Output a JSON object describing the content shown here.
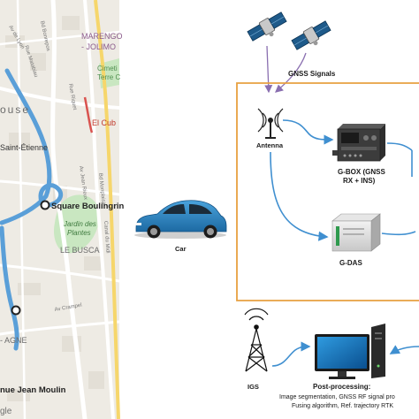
{
  "map": {
    "labels": {
      "marengo": "MARENGO",
      "jolimont": "- JOLIMO",
      "cimetiere1": "Cimeti",
      "cimetiere2": "Terre C",
      "el_cubo": "El Cub",
      "ouse": "ouse",
      "saint_etienne": "Saint-Étienne",
      "square_boulingrin": "Square Boulingrin",
      "jardin1": "Jardin des",
      "jardin2": "Plantes",
      "le_busca": "LE BUSCA",
      "agne": "- AGNE",
      "jean_moulin": "nue Jean Moulin",
      "google": "gle",
      "rue_riquet": "Rue Riquet",
      "bd_bonrepos": "Bd Bonrepos",
      "av_jean_rieux": "Av Jean Rieux",
      "bd_monplaisir": "Bd Monplaisir",
      "av_crampel": "Av Crampel",
      "canal_du_midi": "Canal du Midi",
      "rue_matabiau": "Rue Matabiau",
      "av_de_lyon": "Av de Lyon"
    }
  },
  "diagram": {
    "gnss_signals": "GNSS Signals",
    "antenna": "Antenna",
    "gbox_line1": "G-BOX (GNSS",
    "gbox_line2": "RX + INS)",
    "gdas": "G-DAS",
    "car": "Car",
    "igs": "IGS",
    "post_title": "Post-processing:",
    "post_line1": "Image segmentation, GNSS RF signal pro",
    "post_line2": "Fusing algorithm, Ref. trajectory RTK"
  },
  "colors": {
    "map_bg": "#eeebe4",
    "route": "#5a9fd8",
    "park": "#c9e7c1",
    "box_border": "#e8a040",
    "arrow": "#3f8fd0",
    "signal_arrow": "#8a6fb0",
    "car": "#2f86c4"
  }
}
